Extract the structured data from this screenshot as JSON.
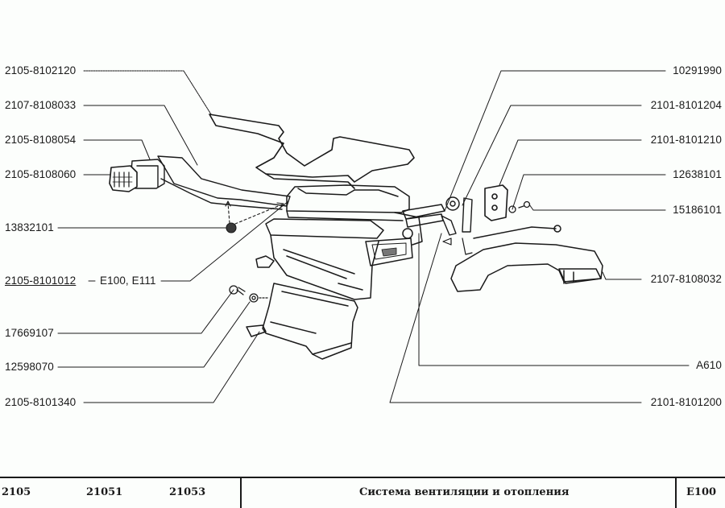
{
  "diagram": {
    "title": "Система вентиляции и отопления",
    "page_code": "E100",
    "models": [
      "2105",
      "21051",
      "21053"
    ],
    "left_callouts": [
      {
        "part": "2105-8102120"
      },
      {
        "part": "2107-8108033"
      },
      {
        "part": "2105-8108054"
      },
      {
        "part": "2105-8108060"
      },
      {
        "part": "13832101"
      },
      {
        "part": "2105-8101012",
        "ref": "E100, E111",
        "underlined": true
      },
      {
        "part": "17669107"
      },
      {
        "part": "12598070"
      },
      {
        "part": "2105-8101340"
      }
    ],
    "right_callouts": [
      {
        "part": "10291990"
      },
      {
        "part": "2101-8101204"
      },
      {
        "part": "2101-8101210"
      },
      {
        "part": "12638101"
      },
      {
        "part": "15186101"
      },
      {
        "part": "2107-8108032"
      },
      {
        "part": "A610"
      },
      {
        "part": "2101-8101200"
      }
    ]
  }
}
